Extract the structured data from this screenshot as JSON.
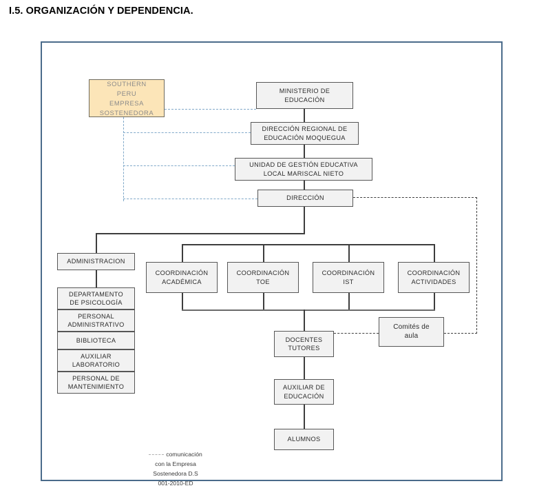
{
  "page": {
    "title": "I.5. ORGANIZACIÓN Y DEPENDENCIA."
  },
  "chart": {
    "nodes": {
      "sponsor": {
        "lines": [
          "SOUTHERN",
          "PERU",
          "EMPRESA",
          "SOSTENEDORA"
        ]
      },
      "ministerio": {
        "lines": [
          "MINISTERIO DE",
          "EDUCACIÓN"
        ]
      },
      "direccion_regional": {
        "lines": [
          "DIRECCIÓN REGIONAL DE",
          "EDUCACIÓN MOQUEGUA"
        ]
      },
      "ugel": {
        "lines": [
          "UNIDAD DE GESTIÓN EDUCATIVA",
          "LOCAL MARISCAL NIETO"
        ]
      },
      "direccion": {
        "lines": [
          "DIRECCIÓN"
        ]
      },
      "administracion": {
        "lines": [
          "ADMINISTRACION"
        ]
      },
      "departamento_psicologia": {
        "lines": [
          "DEPARTAMENTO",
          "DE PSICOLOGÍA"
        ]
      },
      "personal_administrativo": {
        "lines": [
          "PERSONAL",
          "ADMINISTRATIVO"
        ]
      },
      "biblioteca": {
        "lines": [
          "BIBLIOTECA"
        ]
      },
      "auxiliar_laboratorio": {
        "lines": [
          "AUXILIAR",
          "LABORATORIO"
        ]
      },
      "personal_mantenimiento": {
        "lines": [
          "PERSONAL DE",
          "MANTENIMIENTO"
        ]
      },
      "coord_academica": {
        "lines": [
          "COORDINACIÓN",
          "ACADÉMICA"
        ]
      },
      "coord_toe": {
        "lines": [
          "COORDINACIÓN",
          "TOE"
        ]
      },
      "coord_ist": {
        "lines": [
          "COORDINACIÓN",
          "IST"
        ]
      },
      "coord_actividades": {
        "lines": [
          "COORDINACIÓN",
          "ACTIVIDADES"
        ]
      },
      "docentes_tutores": {
        "lines": [
          "DOCENTES",
          "TUTORES"
        ]
      },
      "comites_aula": {
        "lines": [
          "Comités de",
          "aula"
        ]
      },
      "auxiliar_educacion": {
        "lines": [
          "AUXILIAR DE",
          "EDUCACIÓN"
        ]
      },
      "alumnos": {
        "lines": [
          "ALUMNOS"
        ]
      }
    },
    "legend": {
      "line1": "comunicación",
      "line2": "con la Empresa",
      "line3": "Sostenedora D.S",
      "line4": "001-2010-ED"
    },
    "colors": {
      "frame_border": "#4a6b8a",
      "node_fill": "#f2f2f2",
      "node_border": "#565656",
      "sponsor_fill": "#fce5b8",
      "sponsor_text": "#8a8a8a",
      "connector": "#3d3d3d",
      "dashed_sponsor": "#7fa8c9"
    }
  }
}
